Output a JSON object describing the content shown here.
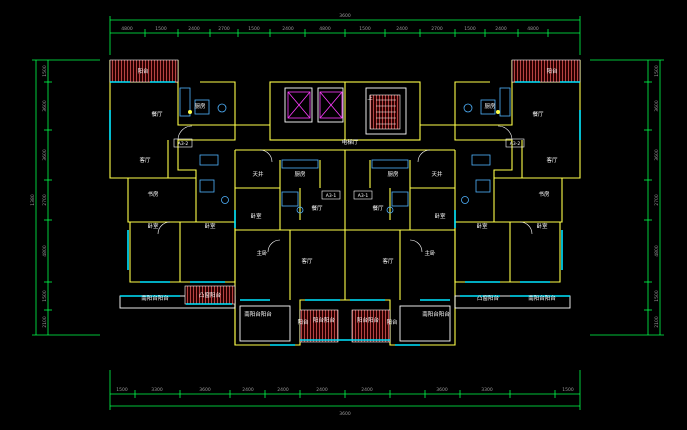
{
  "dims": {
    "top_overall": "3600",
    "top": [
      "4800",
      "1500",
      "2400",
      "2700",
      "1500",
      "2400",
      "4800",
      "1500",
      "2400",
      "2700",
      "1500",
      "2400",
      "4800"
    ],
    "bottom_overall": "3600",
    "bottom": [
      "1500",
      "3300",
      "3600",
      "2400",
      "2400",
      "2400",
      "2400",
      "3600",
      "3300",
      "1500"
    ],
    "left_overall": "1380",
    "left": [
      "1500",
      "3600",
      "3600",
      "2700",
      "4800",
      "1500",
      "2100"
    ],
    "right": [
      "1500",
      "3600",
      "3600",
      "2700",
      "4800",
      "1500",
      "2100"
    ]
  },
  "rooms": {
    "balcony_tl": "阳台",
    "balcony_tr": "阳台",
    "kitchen_l": "厨房",
    "kitchen_r": "厨房",
    "dining_l": "餐厅",
    "dining_r": "餐厅",
    "living_l": "客厅",
    "living_r": "客厅",
    "study_l": "书房",
    "study_r": "书房",
    "bed_l": "卧室",
    "bed_l2": "卧室",
    "bed_r": "卧室",
    "bed_r2": "卧室",
    "elevator_hall": "电梯厅",
    "stair": "上",
    "kitchen_cl": "厨房",
    "kitchen_cr": "厨房",
    "terrace_cl": "天井",
    "terrace_cr": "天井",
    "dining_cl": "餐厅",
    "dining_cr": "餐厅",
    "bed_cl": "卧室",
    "bed_cr": "卧室",
    "master_cl": "主卧",
    "master_cr": "主卧",
    "living_cl": "客厅",
    "living_cr": "客厅",
    "bay_bl": "凸窗阳台",
    "bay_br": "凸窗阳台",
    "sun_bl": "南阳台阳台",
    "sun_br": "南阳台阳台",
    "porch_l": "南阳台阳台",
    "porch_r": "南阳台阳台",
    "balc_c1": "阳台",
    "balc_c2": "阳台",
    "balc_cc1": "阳台阳台",
    "balc_cc2": "阳台阳台"
  },
  "tags": {
    "unit_tl": "A3-2",
    "unit_tr": "A3-2",
    "unit_cl": "A3-1",
    "unit_cr": "A3-1"
  }
}
